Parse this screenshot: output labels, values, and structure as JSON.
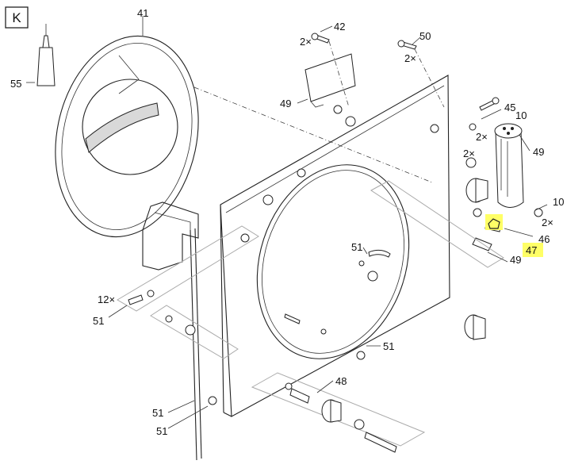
{
  "section_letter": "K",
  "highlight_color": "#ffff66",
  "callouts": {
    "c41": "41",
    "c42": "42",
    "c42_qty": "2×",
    "c50": "50",
    "c50_qty": "2×",
    "c55": "55",
    "c49_bracket": "49",
    "c45": "45",
    "c45_qty": "2×",
    "c10_top": "10",
    "c49_tank": "49",
    "c10_qty_top": "2×",
    "c10_right": "10",
    "c10_qty_right": "2×",
    "c46": "46",
    "c47": "47",
    "c49_lower": "49",
    "c51_center": "51",
    "c12_qty": "12×",
    "c51_left": "51",
    "c51_bottom_center": "51",
    "c48": "48",
    "c51_bottom_left1": "51",
    "c51_bottom_left2": "51"
  }
}
